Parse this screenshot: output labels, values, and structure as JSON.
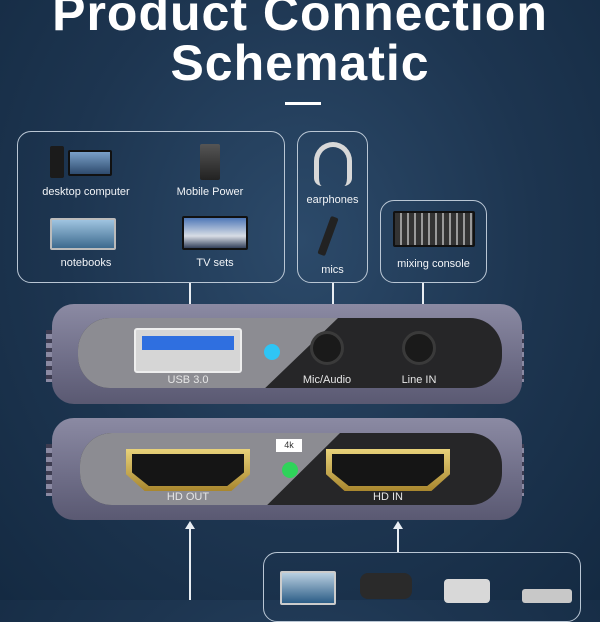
{
  "title": {
    "line1": "Product Connection",
    "line2": "Schematic"
  },
  "usb_devices": [
    "desktop computer",
    "Mobile Power",
    "notebooks",
    "TV sets"
  ],
  "audio_devices": [
    "earphones",
    "mics"
  ],
  "line_devices": [
    "mixing console"
  ],
  "device_top": {
    "ports": [
      "USB 3.0",
      "Mic/Audio",
      "Line IN"
    ]
  },
  "device_bottom": {
    "badge": "4k",
    "ports": [
      "HD OUT",
      "HD IN"
    ]
  },
  "colors": {
    "usb_led": "#2ec5f5",
    "power_led": "#2fd35a",
    "usb_port": "#2f6fe0"
  }
}
